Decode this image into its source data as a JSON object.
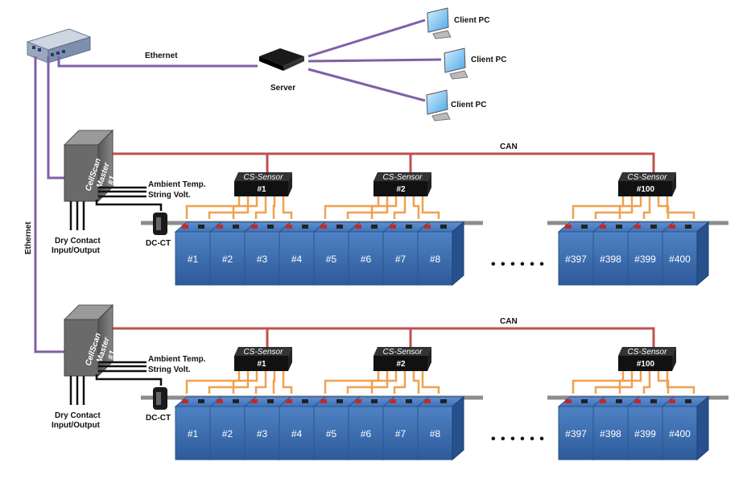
{
  "network": {
    "ethernet_top": "Ethernet",
    "ethernet_side": "Ethernet",
    "server": "Server",
    "clients": [
      "Client PC",
      "Client PC",
      "Client PC"
    ]
  },
  "strings": [
    {
      "can": "CAN",
      "master": [
        "CellScan",
        "Master",
        "#1"
      ],
      "ambient": "Ambient Temp.",
      "string_volt": "String Volt.",
      "dry_contact": [
        "Dry Contact",
        "Input/Output"
      ],
      "dcct": "DC-CT",
      "sensor_title": "CS-Sensor",
      "sensors": [
        "#1",
        "#2",
        "#100"
      ],
      "cells": [
        "#1",
        "#2",
        "#3",
        "#4",
        "#5",
        "#6",
        "#7",
        "#8"
      ],
      "cells_end": [
        "#397",
        "#398",
        "#399",
        "#400"
      ],
      "ellipsis": "• • • • • •"
    },
    {
      "can": "CAN",
      "master": [
        "CellScan",
        "Master",
        "#1"
      ],
      "ambient": "Ambient Temp.",
      "string_volt": "String Volt.",
      "dry_contact": [
        "Dry Contact",
        "Input/Output"
      ],
      "dcct": "DC-CT",
      "sensor_title": "CS-Sensor",
      "sensors": [
        "#1",
        "#2",
        "#100"
      ],
      "cells": [
        "#1",
        "#2",
        "#3",
        "#4",
        "#5",
        "#6",
        "#7",
        "#8"
      ],
      "cells_end": [
        "#397",
        "#398",
        "#399",
        "#400"
      ],
      "ellipsis": "• • • • • •"
    }
  ]
}
